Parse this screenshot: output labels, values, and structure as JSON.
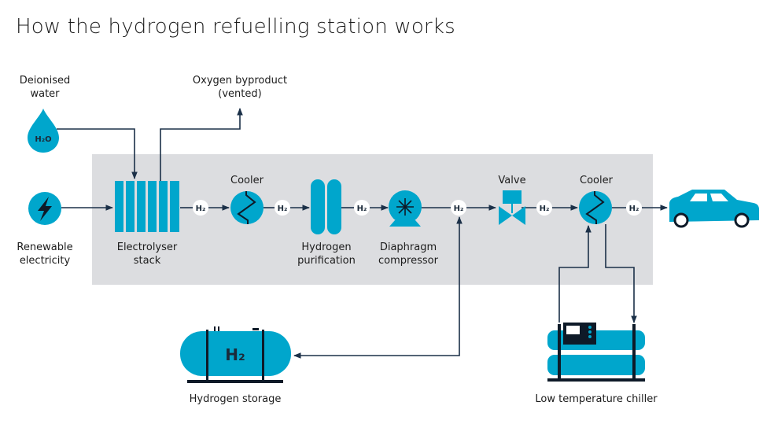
{
  "title": "How the hydrogen refuelling station works",
  "colors": {
    "accent": "#00a6cc",
    "line": "#1b3048",
    "panel": "#dcdde0",
    "dark": "#0e1a28"
  },
  "labels": {
    "water": [
      "Deionised",
      "water"
    ],
    "water_symbol": "H₂O",
    "oxygen": [
      "Oxygen byproduct",
      "(vented)"
    ],
    "electricity": [
      "Renewable",
      "electricity"
    ],
    "electrolyser": [
      "Electrolyser",
      "stack"
    ],
    "cooler_1": "Cooler",
    "purification": [
      "Hydrogen",
      "purification"
    ],
    "compressor": [
      "Diaphragm",
      "compressor"
    ],
    "valve": "Valve",
    "cooler_2": "Cooler",
    "storage": "Hydrogen storage",
    "storage_symbol": "H₂",
    "chiller": "Low temperature chiller"
  },
  "badges": [
    "H₂",
    "H₂",
    "H₂",
    "H₂",
    "H₂",
    "H₂"
  ],
  "icons": {
    "water": "water-drop-icon",
    "electricity": "lightning-bolt-icon",
    "electrolyser": "electrolyser-stack-icon",
    "cooler": "heat-exchanger-icon",
    "purification": "purification-columns-icon",
    "compressor": "compressor-icon",
    "valve": "valve-icon",
    "vehicle": "car-icon",
    "storage": "hydrogen-tank-icon",
    "chiller": "chiller-icon"
  }
}
